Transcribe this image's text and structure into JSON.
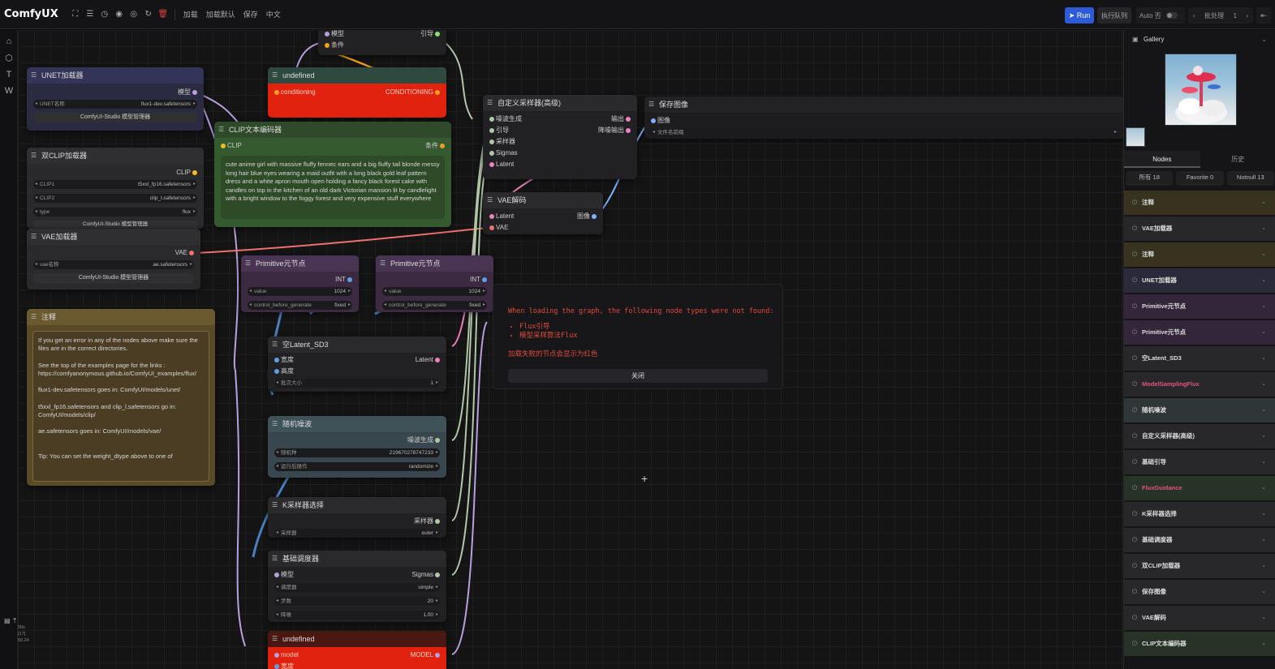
{
  "app": {
    "title": "ComfyUX"
  },
  "topbar": {
    "menu": [
      "加载",
      "加载默认",
      "保存",
      "中文"
    ],
    "run": "Run",
    "queue": "执行队列",
    "auto": "Auto 否",
    "batch_label": "批处理",
    "batch_value": "1"
  },
  "leftbar": {
    "icons": [
      "home-icon",
      "nodes-icon",
      "text-icon",
      "w-icon"
    ],
    "letters": [
      "⌂",
      "⬡",
      "T",
      "W"
    ]
  },
  "nodes": {
    "unet": {
      "title": "UNET加载器",
      "out": "模型",
      "w_name": "UNET名称",
      "w_val": "flux1-dev.safetensors",
      "btn": "ComfyUI-Studio 模型管理器"
    },
    "dclip": {
      "title": "双CLIP加载器",
      "out": "CLIP",
      "w1": "CLIP1",
      "v1": "t5xxl_fp16.safetensors",
      "w2": "CLIP2",
      "v2": "clip_l.safetensors",
      "w3": "type",
      "v3": "flux",
      "btn": "ComfyUI-Studio 模型管理器"
    },
    "vae": {
      "title": "VAE加载器",
      "out": "VAE",
      "w_name": "vae名称",
      "w_val": "ae.safetensors",
      "btn": "ComfyUI-Studio 模型管理器"
    },
    "note": {
      "title": "注释",
      "text": "If you get an error in any of the nodes above make sure the files are in the correct directories.\n\nSee the top of the examples page for the links : https://comfyanonymous.github.io/ComfyUI_examples/flux/\n\nflux1-dev.safetensors goes in: ComfyUI/models/unet/\n\nt5xxl_fp16.safetensors and clip_l.safetensors go in: ComfyUI/models/clip/\n\nae.safetensors goes in: ComfyUI/models/vae/\n\n\nTip: You can set the weight_dtype above to one of"
    },
    "undef1": {
      "title": "undefined",
      "in": "conditioning",
      "out": "CONDITIONING"
    },
    "topnode": {
      "in1": "模型",
      "in2": "条件",
      "out": "引导"
    },
    "clipenc": {
      "title": "CLIP文本编码器",
      "in": "CLIP",
      "out": "条件",
      "text": "cute anime girl with massive fluffy fennec ears and a big fluffy tail blonde messy long hair blue eyes wearing a maid outfit with a long black gold leaf pattern dress and a white apron mouth open holding a fancy black forest cake with candles on top in the kitchen of an old dark Victorian mansion lit by candlelight with a bright window to the foggy forest and very expensive stuff everywhere"
    },
    "prim1": {
      "title": "Primitive元节点",
      "out": "INT",
      "w1": "value",
      "v1": "1024",
      "w2": "control_before_generate",
      "v2": "fixed"
    },
    "prim2": {
      "title": "Primitive元节点",
      "out": "INT",
      "w1": "value",
      "v1": "1024",
      "w2": "control_before_generate",
      "v2": "fixed"
    },
    "sampler": {
      "title": "自定义采样器(高级)",
      "in": [
        "噪波生成",
        "引导",
        "采样器",
        "Sigmas",
        "Latent"
      ],
      "out": [
        "输出",
        "降噪输出"
      ]
    },
    "save": {
      "title": "保存图像",
      "in": "图像",
      "w": "文件名前缀"
    },
    "vaedec": {
      "title": "VAE解码",
      "in1": "Latent",
      "in2": "VAE",
      "out": "图像"
    },
    "latent": {
      "title": "空Latent_SD3",
      "in1": "宽度",
      "in2": "高度",
      "out": "Latent",
      "w": "批次大小",
      "v": "1"
    },
    "noise": {
      "title": "随机噪波",
      "out": "噪波生成",
      "w1": "随机种",
      "v1": "219670278747233",
      "w2": "运行后操作",
      "v2": "randomize"
    },
    "ksel": {
      "title": "K采样器选择",
      "out": "采样器",
      "w": "采样器",
      "v": "euler"
    },
    "sched": {
      "title": "基础调度器",
      "in": "模型",
      "out": "Sigmas",
      "w1": "调度器",
      "v1": "simple",
      "w2": "步数",
      "v2": "20",
      "w3": "降噪",
      "v3": "1.00"
    },
    "undef2": {
      "title": "undefined",
      "in": "model",
      "out": "MODEL",
      "in2": "宽度"
    }
  },
  "error": {
    "message": "When loading the graph, the following node types were not found:",
    "missing": [
      "Flux引导",
      "模型采样算法Flux"
    ],
    "footer": "加载失败的节点会显示为红色",
    "close": "关闭"
  },
  "mini": {
    "l1": "00s",
    "l2": "[17]",
    "l3": "50.24"
  },
  "right": {
    "gallery": "Gallery",
    "tabs": [
      "Nodes",
      "历史"
    ],
    "filters": [
      "所有 18",
      "Favorite 0",
      "Notnull 13"
    ],
    "items": [
      {
        "label": "注释",
        "bg": "#37331f",
        "color": "#ddd"
      },
      {
        "label": "VAE加载器",
        "bg": "#28282b",
        "color": "#ddd"
      },
      {
        "label": "注释",
        "bg": "#37331f",
        "color": "#ddd"
      },
      {
        "label": "UNET加载器",
        "bg": "#2a2a3a",
        "color": "#ddd"
      },
      {
        "label": "Primitive元节点",
        "bg": "#33263a",
        "color": "#ddd"
      },
      {
        "label": "Primitive元节点",
        "bg": "#33263a",
        "color": "#ddd"
      },
      {
        "label": "空Latent_SD3",
        "bg": "#28282b",
        "color": "#ddd"
      },
      {
        "label": "ModelSamplingFlux",
        "bg": "#28282b",
        "color": "#e0557a"
      },
      {
        "label": "随机噪波",
        "bg": "#2f3638",
        "color": "#ddd"
      },
      {
        "label": "自定义采样器(高级)",
        "bg": "#28282b",
        "color": "#ddd"
      },
      {
        "label": "基础引导",
        "bg": "#28282b",
        "color": "#ddd"
      },
      {
        "label": "FluxGuidance",
        "bg": "#283328",
        "color": "#e0557a"
      },
      {
        "label": "K采样器选择",
        "bg": "#28282b",
        "color": "#ddd"
      },
      {
        "label": "基础调度器",
        "bg": "#28282b",
        "color": "#ddd"
      },
      {
        "label": "双CLIP加载器",
        "bg": "#28282b",
        "color": "#ddd"
      },
      {
        "label": "保存图像",
        "bg": "#28282b",
        "color": "#ddd"
      },
      {
        "label": "VAE解码",
        "bg": "#28282b",
        "color": "#ddd"
      },
      {
        "label": "CLIP文本编码器",
        "bg": "#283328",
        "color": "#ddd"
      }
    ]
  }
}
